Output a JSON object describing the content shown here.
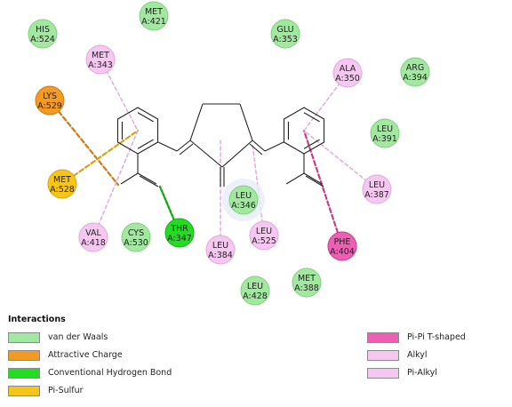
{
  "residues": [
    {
      "id": "his524",
      "name": "HIS",
      "chain_id": "A:524",
      "type": "vdw"
    },
    {
      "id": "met421",
      "name": "MET",
      "chain_id": "A:421",
      "type": "vdw"
    },
    {
      "id": "glu353",
      "name": "GLU",
      "chain_id": "A:353",
      "type": "vdw"
    },
    {
      "id": "met343",
      "name": "MET",
      "chain_id": "A:343",
      "type": "alkyl"
    },
    {
      "id": "ala350",
      "name": "ALA",
      "chain_id": "A:350",
      "type": "alkyl"
    },
    {
      "id": "arg394",
      "name": "ARG",
      "chain_id": "A:394",
      "type": "vdw"
    },
    {
      "id": "lys529",
      "name": "LYS",
      "chain_id": "A:529",
      "type": "attractive"
    },
    {
      "id": "leu391",
      "name": "LEU",
      "chain_id": "A:391",
      "type": "vdw"
    },
    {
      "id": "met528",
      "name": "MET",
      "chain_id": "A:528",
      "type": "pisulfur"
    },
    {
      "id": "leu387",
      "name": "LEU",
      "chain_id": "A:387",
      "type": "alkyl"
    },
    {
      "id": "leu346",
      "name": "LEU",
      "chain_id": "A:346",
      "type": "vdw"
    },
    {
      "id": "val418",
      "name": "VAL",
      "chain_id": "A:418",
      "type": "alkyl"
    },
    {
      "id": "cys530",
      "name": "CYS",
      "chain_id": "A:530",
      "type": "vdw"
    },
    {
      "id": "thr347",
      "name": "THR",
      "chain_id": "A:347",
      "type": "hbond"
    },
    {
      "id": "leu384",
      "name": "LEU",
      "chain_id": "A:384",
      "type": "alkyl"
    },
    {
      "id": "leu525",
      "name": "LEU",
      "chain_id": "A:525",
      "type": "alkyl"
    },
    {
      "id": "phe404",
      "name": "PHE",
      "chain_id": "A:404",
      "type": "pipi"
    },
    {
      "id": "met388",
      "name": "MET",
      "chain_id": "A:388",
      "type": "vdw"
    },
    {
      "id": "leu428",
      "name": "LEU",
      "chain_id": "A:428",
      "type": "vdw"
    }
  ],
  "interaction_types": {
    "vdw": {
      "label": "van der Waals",
      "fill": "#a3e8a0",
      "stroke": "#7fcf7c"
    },
    "attractive": {
      "label": "Attractive Charge",
      "fill": "#f29a24",
      "stroke": "#d07a10"
    },
    "hbond": {
      "label": "Conventional Hydrogen Bond",
      "fill": "#22dd22",
      "stroke": "#18a818"
    },
    "pisulfur": {
      "label": "Pi-Sulfur",
      "fill": "#f7c518",
      "stroke": "#d4a410"
    },
    "pipi": {
      "label": "Pi-Pi T-shaped",
      "fill": "#ee5fb4",
      "stroke": "#c63d90"
    },
    "alkyl": {
      "label": "Alkyl",
      "fill": "#f6c8f1",
      "stroke": "#e0a6da"
    },
    "pialkyl": {
      "label": "Pi-Alkyl",
      "fill": "#f6c8f1",
      "stroke": "#e0a6da"
    }
  },
  "interaction_lines": [
    {
      "residue": "lys529",
      "type": "attractive"
    },
    {
      "residue": "met528",
      "type": "pisulfur"
    },
    {
      "residue": "thr347",
      "type": "hbond"
    },
    {
      "residue": "phe404",
      "type": "pipi"
    },
    {
      "residue": "met343",
      "type": "alkyl"
    },
    {
      "residue": "ala350",
      "type": "alkyl"
    },
    {
      "residue": "leu387",
      "type": "alkyl"
    },
    {
      "residue": "val418",
      "type": "alkyl"
    },
    {
      "residue": "leu384",
      "type": "alkyl"
    },
    {
      "residue": "leu525",
      "type": "alkyl"
    }
  ],
  "legend": {
    "title": "Interactions",
    "left_items": [
      "vdw",
      "attractive",
      "hbond",
      "pisulfur"
    ],
    "right_items": [
      "pipi",
      "alkyl",
      "pialkyl"
    ]
  }
}
